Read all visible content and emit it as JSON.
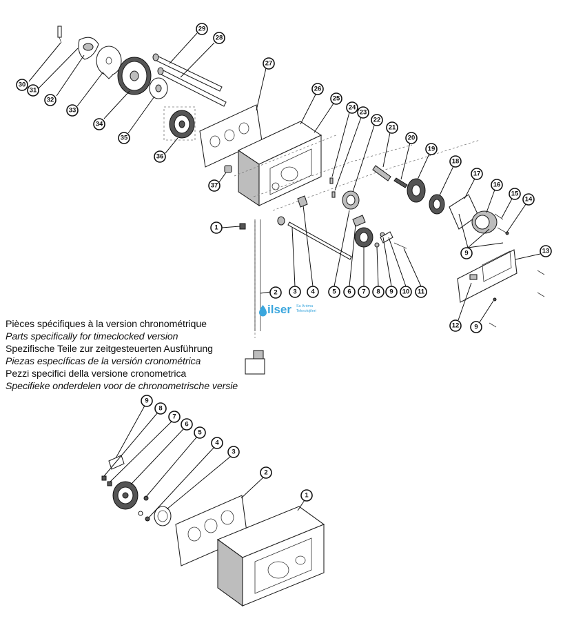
{
  "caption_lines": [
    "Pièces spécifiques à la version chronométrique",
    "Parts specifically for timeclocked version",
    "Spezifische Teile zur zeitgesteuerten Ausführung",
    "Piezas específicas de la versión cronométrica",
    "Pezzi specifici della versione cronometrica",
    "Specifieke onderdelen voor de chronometrische versie"
  ],
  "watermark": {
    "brand": "ilser",
    "tagline_1": "Su Arıtma",
    "tagline_2": "Teknolojileri"
  },
  "callouts_main": [
    "1",
    "2",
    "3",
    "4",
    "5",
    "6",
    "7",
    "8",
    "9",
    "10",
    "11",
    "12",
    "13",
    "14",
    "15",
    "16",
    "17",
    "18",
    "19",
    "20",
    "21",
    "22",
    "23",
    "24",
    "25",
    "26",
    "27",
    "28",
    "29",
    "30",
    "31",
    "32",
    "33",
    "34",
    "35",
    "36",
    "37",
    "9",
    "9"
  ],
  "callouts_timeclock": [
    "9",
    "8",
    "7",
    "6",
    "5",
    "4",
    "3",
    "2",
    "1"
  ],
  "colors": {
    "line": "#111111",
    "watermark": "#3aa6dd",
    "shade": "#bdbdbd"
  }
}
